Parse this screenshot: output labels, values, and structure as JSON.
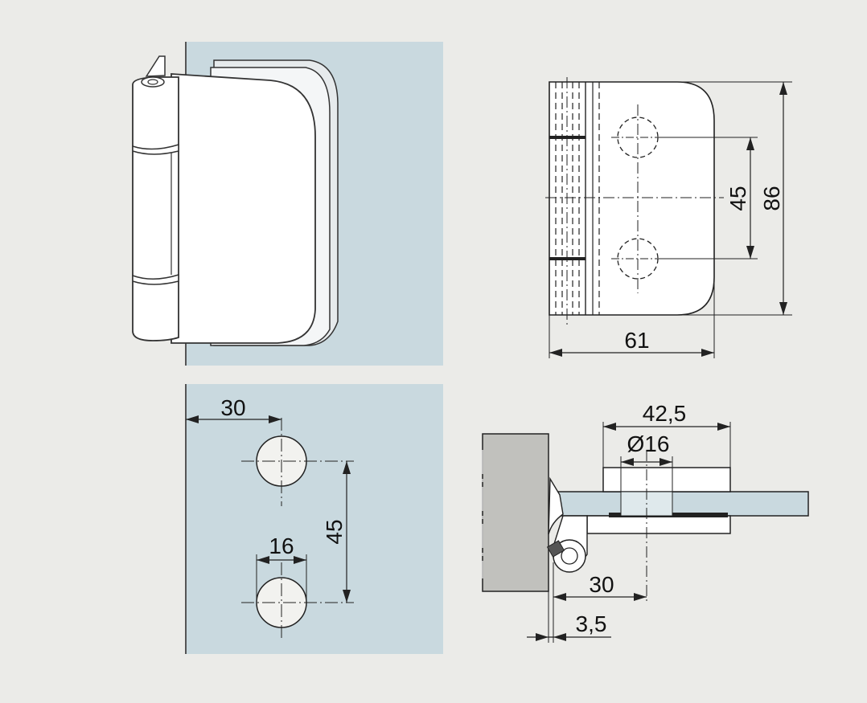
{
  "colors": {
    "background": "#ebebe8",
    "glass_panel": "#c9d9df",
    "wall": "#c1c1bd",
    "line": "#222222",
    "metal": "#ffffff"
  },
  "views": {
    "perspective": {},
    "front_elevation": {
      "dimensions": {
        "hole_spacing": "45",
        "height": "86",
        "width": "61"
      }
    },
    "glass_drilling": {
      "dimensions": {
        "edge_to_hole": "30",
        "hole_spacing": "45",
        "hole_diameter": "16"
      }
    },
    "section": {
      "dimensions": {
        "plate_width": "42,5",
        "bore": "Ø16",
        "wall_to_center": "30",
        "gap": "3,5"
      }
    }
  }
}
